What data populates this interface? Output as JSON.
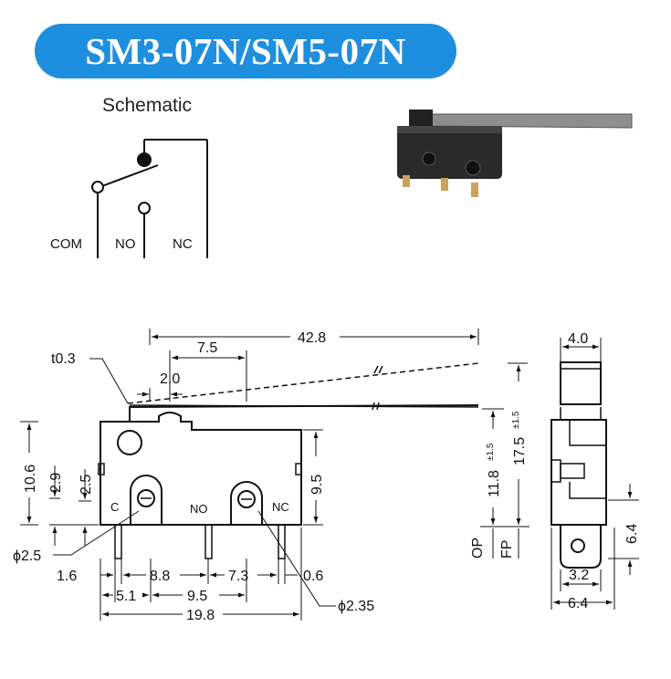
{
  "title": "SM3-07N/SM5-07N",
  "schematic": {
    "heading": "Schematic",
    "terminals": [
      "COM",
      "NO",
      "NC"
    ]
  },
  "front_view": {
    "thickness_label": "t0.3",
    "overall_length": "42.8",
    "lever_pivot_to_edge": "7.5",
    "lever_offset": "2.0",
    "body_height": "10.6",
    "dim_2_9": "2.9",
    "dim_2_5": "2.5",
    "dim_9_5_right": "9.5",
    "terminal_labels": [
      "C",
      "NO",
      "NC"
    ],
    "hole_small": "ϕ2.5",
    "hole_large": "ϕ2.35",
    "dim_1_6": "1.6",
    "dim_8_8": "8.8",
    "dim_7_3": "7.3",
    "dim_0_6": "0.6",
    "dim_5_1": "5.1",
    "dim_9_5_bottom": "9.5",
    "body_width": "19.8"
  },
  "heights": {
    "op": {
      "value": "11.8",
      "tolerance": "±1.5",
      "label": "OP"
    },
    "fp": {
      "value": "17.5",
      "tolerance": "±1.5",
      "label": "FP"
    }
  },
  "side_view": {
    "top_width": "4.0",
    "terminal_height": "6.4",
    "terminal_width": "3.2",
    "base_width": "6.4"
  }
}
